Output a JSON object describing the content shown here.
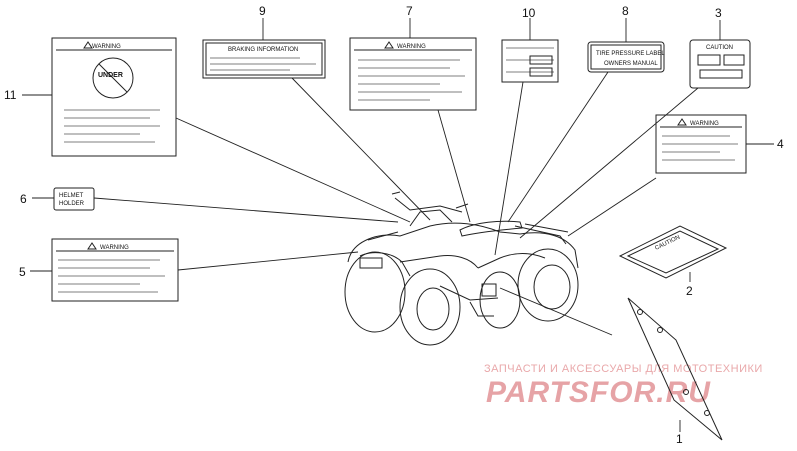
{
  "diagram": {
    "callouts": [
      {
        "id": "c1",
        "label": "1"
      },
      {
        "id": "c2",
        "label": "2"
      },
      {
        "id": "c3",
        "label": "3"
      },
      {
        "id": "c4",
        "label": "4"
      },
      {
        "id": "c5",
        "label": "5"
      },
      {
        "id": "c6",
        "label": "6"
      },
      {
        "id": "c7",
        "label": "7"
      },
      {
        "id": "c8",
        "label": "8"
      },
      {
        "id": "c9",
        "label": "9"
      },
      {
        "id": "c10",
        "label": "10"
      },
      {
        "id": "c11",
        "label": "11"
      }
    ],
    "labels": {
      "warning_11": "WARNING",
      "under_11": "UNDER",
      "braking_9": "BRAKING INFORMATION",
      "warning_7": "WARNING",
      "tire_8a": "TIRE PRESSURE LABEL",
      "tire_8b": "OWNERS MANUAL",
      "caution_3": "CAUTION",
      "warning_4": "WARNING",
      "helmet_6a": "HELMET",
      "helmet_6b": "HOLDER",
      "warning_5": "WARNING",
      "caution_2": "CAUTION"
    },
    "watermark": {
      "line1": "ЗАПЧАСТИ И АКСЕССУАРЫ ДЛЯ МОТОТЕХНИКИ",
      "line2": "PARTSFOR.RU"
    }
  }
}
